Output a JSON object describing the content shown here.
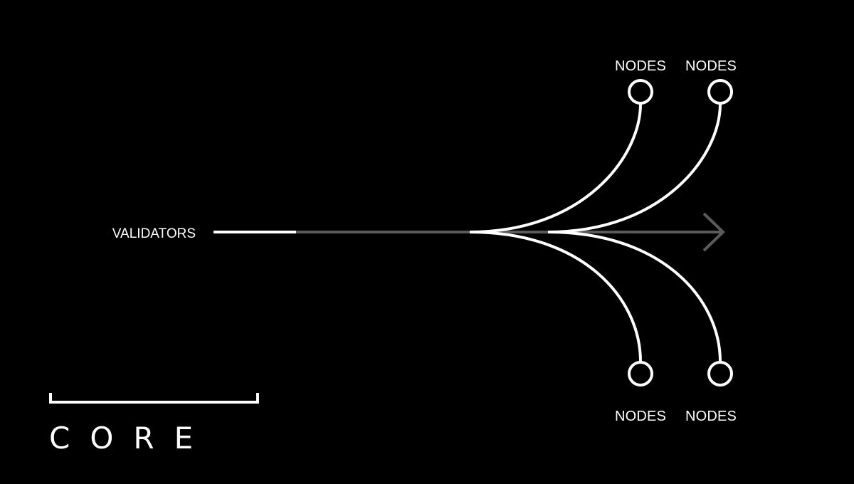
{
  "diagram": {
    "source_label": "VALIDATORS",
    "node_labels": [
      "NODES",
      "NODES",
      "NODES",
      "NODES"
    ],
    "brand": "CORE"
  },
  "colors": {
    "background": "#000000",
    "foreground": "#ffffff",
    "arrow": "#5a5a5a"
  }
}
